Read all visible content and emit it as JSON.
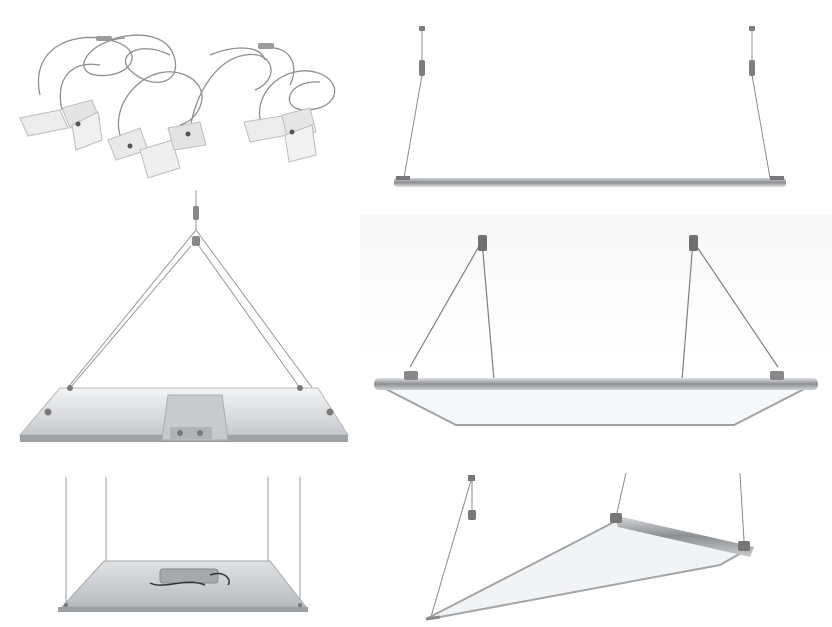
{
  "photos": [
    {
      "id": "suspension-kit",
      "icon": "wire-suspension-kit-icon"
    },
    {
      "id": "panel-side-view",
      "icon": "led-panel-side-icon"
    },
    {
      "id": "panel-v-wire",
      "icon": "led-panel-v-suspension-icon"
    },
    {
      "id": "panel-perspective",
      "icon": "led-panel-perspective-icon"
    },
    {
      "id": "panel-vertical-wires",
      "icon": "led-panel-vertical-suspension-icon"
    },
    {
      "id": "panel-angled",
      "icon": "led-panel-angled-icon"
    }
  ],
  "colors": {
    "aluminum": "#b9bcbf",
    "aluminum_dark": "#8a8d90",
    "diffuser": "#f4f5f6",
    "wire": "#9a9a9a",
    "bracket": "#e9e9e9"
  }
}
